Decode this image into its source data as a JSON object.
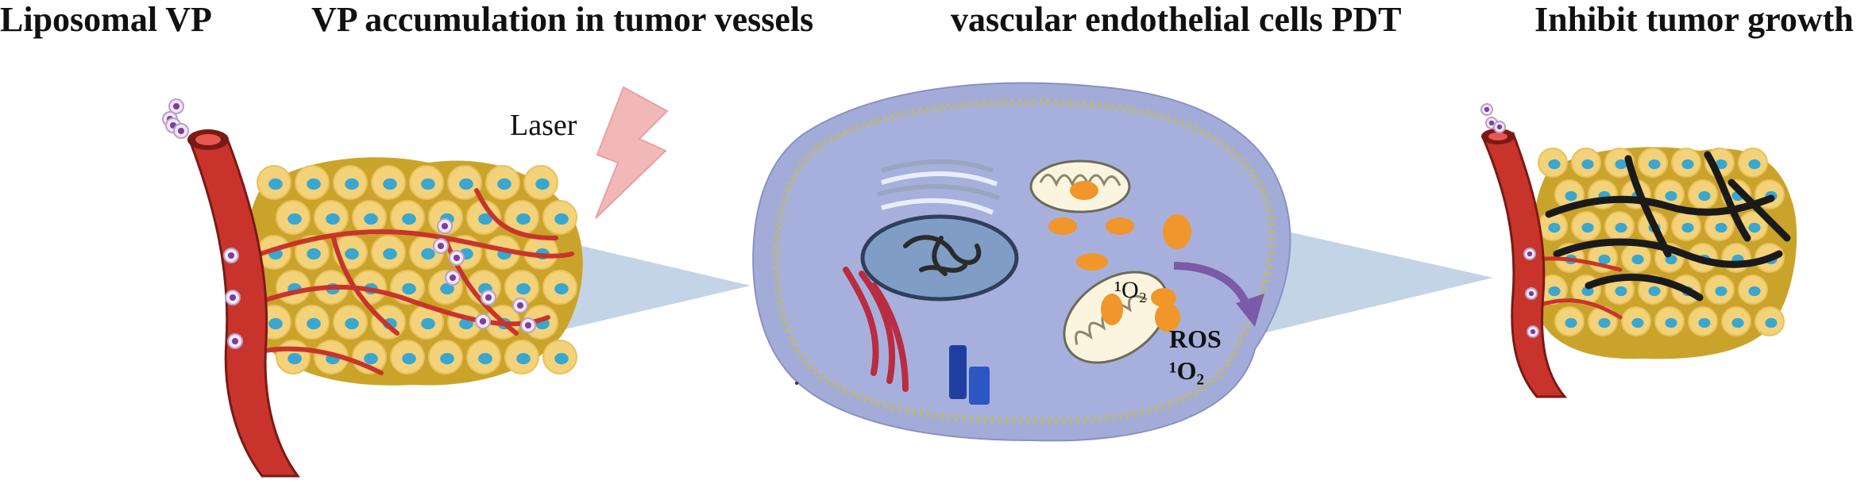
{
  "headings": [
    "Liposomal VP",
    "VP accumulation  in tumor  vessels",
    "vascular  endothelial  cells PDT",
    "Inhibit  tumor  growth"
  ],
  "labels": {
    "laser": "Laser",
    "singlet_oxygen_upper": "¹O₂",
    "ros": "ROS",
    "singlet_oxygen_lower": "¹O₂"
  },
  "colors": {
    "vessel": "#c8342c",
    "tumor_cell": "#f3d27a",
    "tumor_mass": "#caa42a",
    "nucleus": "#39a7cf",
    "cell_body": "#a3acd8",
    "membrane": "#b7b58a",
    "orange": "#f0962a",
    "laser": "#f2b8b8",
    "arrow": "#7b5aa8",
    "necrotic": "#1a1a1a",
    "beam": "#b9cde3"
  }
}
